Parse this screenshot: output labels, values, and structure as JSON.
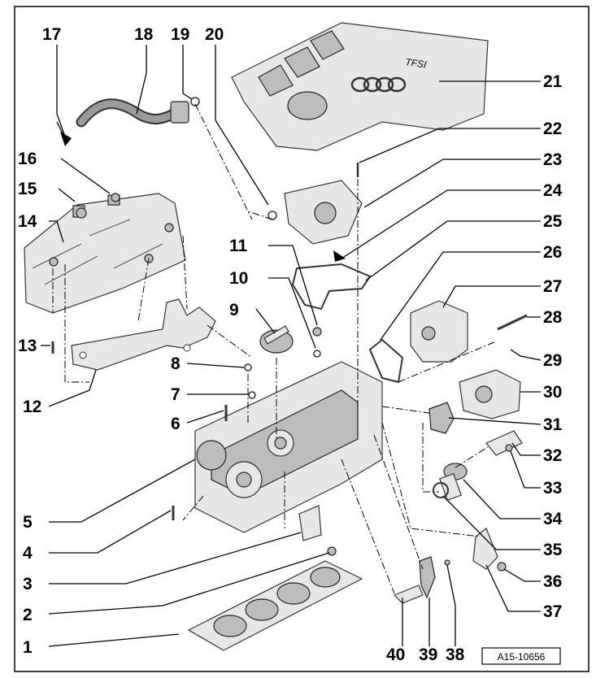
{
  "diagram": {
    "reference_code": "A15-10656",
    "callouts": [
      {
        "id": "1",
        "label": "1"
      },
      {
        "id": "2",
        "label": "2"
      },
      {
        "id": "3",
        "label": "3"
      },
      {
        "id": "4",
        "label": "4"
      },
      {
        "id": "5",
        "label": "5"
      },
      {
        "id": "6",
        "label": "6"
      },
      {
        "id": "7",
        "label": "7"
      },
      {
        "id": "8",
        "label": "8"
      },
      {
        "id": "9",
        "label": "9"
      },
      {
        "id": "10",
        "label": "10"
      },
      {
        "id": "11",
        "label": "11"
      },
      {
        "id": "12",
        "label": "12"
      },
      {
        "id": "13",
        "label": "13"
      },
      {
        "id": "14",
        "label": "14"
      },
      {
        "id": "15",
        "label": "15"
      },
      {
        "id": "16",
        "label": "16"
      },
      {
        "id": "17",
        "label": "17"
      },
      {
        "id": "18",
        "label": "18"
      },
      {
        "id": "19",
        "label": "19"
      },
      {
        "id": "20",
        "label": "20"
      },
      {
        "id": "21",
        "label": "21"
      },
      {
        "id": "22",
        "label": "22"
      },
      {
        "id": "23",
        "label": "23"
      },
      {
        "id": "24",
        "label": "24"
      },
      {
        "id": "25",
        "label": "25"
      },
      {
        "id": "26",
        "label": "26"
      },
      {
        "id": "27",
        "label": "27"
      },
      {
        "id": "28",
        "label": "28"
      },
      {
        "id": "29",
        "label": "29"
      },
      {
        "id": "30",
        "label": "30"
      },
      {
        "id": "31",
        "label": "31"
      },
      {
        "id": "32",
        "label": "32"
      },
      {
        "id": "33",
        "label": "33"
      },
      {
        "id": "34",
        "label": "34"
      },
      {
        "id": "35",
        "label": "35"
      },
      {
        "id": "36",
        "label": "36"
      },
      {
        "id": "37",
        "label": "37"
      },
      {
        "id": "38",
        "label": "38"
      },
      {
        "id": "39",
        "label": "39"
      },
      {
        "id": "40",
        "label": "40"
      }
    ],
    "cover_badge": "TFSI"
  }
}
